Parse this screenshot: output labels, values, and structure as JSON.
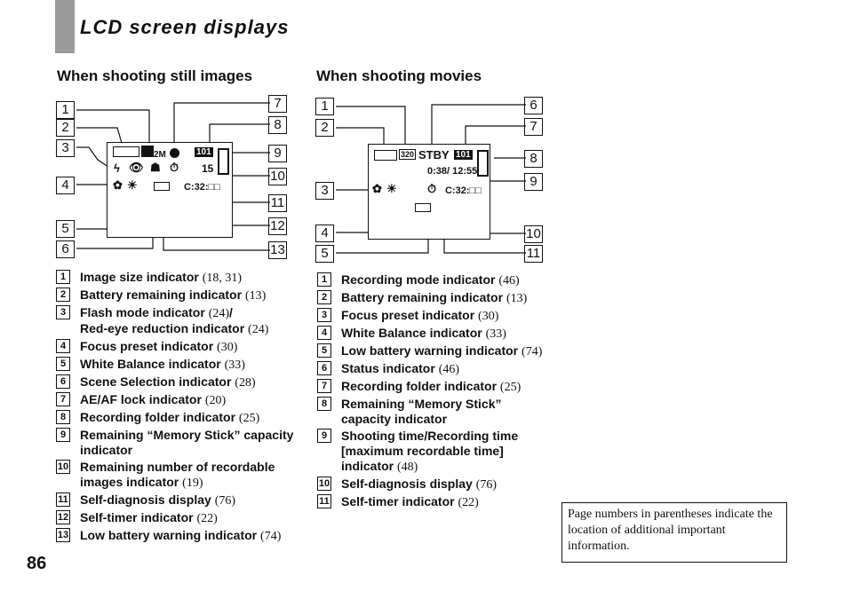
{
  "page": {
    "title": "LCD screen displays",
    "page_number": "86",
    "note": "Page numbers in parentheses indicate the location of additional important information."
  },
  "still": {
    "heading": "When shooting still images",
    "lcd": {
      "size": "2M",
      "folder": "101",
      "remaining": "15",
      "selfdiag": "C:32:□□"
    },
    "numbers": [
      "1",
      "2",
      "3",
      "4",
      "5",
      "6",
      "7",
      "8",
      "9",
      "10",
      "11",
      "12",
      "13"
    ],
    "items": [
      {
        "num": "1",
        "label": "Image size indicator",
        "page": "(18, 31)"
      },
      {
        "num": "2",
        "label": "Battery remaining indicator",
        "page": "(13)"
      },
      {
        "num": "3",
        "label": "Flash mode indicator",
        "page": "(24)",
        "suffix": "/",
        "label2": "Red-eye reduction indicator",
        "page2": "(24)"
      },
      {
        "num": "4",
        "label": "Focus preset indicator",
        "page": "(30)"
      },
      {
        "num": "5",
        "label": "White Balance indicator",
        "page": "(33)"
      },
      {
        "num": "6",
        "label": "Scene Selection indicator",
        "page": "(28)"
      },
      {
        "num": "7",
        "label": "AE/AF lock indicator",
        "page": "(20)"
      },
      {
        "num": "8",
        "label": "Recording folder indicator",
        "page": "(25)"
      },
      {
        "num": "9",
        "label": "Remaining “Memory Stick” capacity indicator",
        "page": ""
      },
      {
        "num": "10",
        "label": "Remaining number of recordable images indicator",
        "page": "(19)"
      },
      {
        "num": "11",
        "label": "Self-diagnosis display",
        "page": "(76)"
      },
      {
        "num": "12",
        "label": "Self-timer indicator",
        "page": "(22)"
      },
      {
        "num": "13",
        "label": "Low battery warning indicator",
        "page": "(74)"
      }
    ]
  },
  "movie": {
    "heading": "When shooting movies",
    "lcd": {
      "mode": "320",
      "status": "STBY",
      "folder": "101",
      "time": "0:38/ 12:55",
      "selfdiag": "C:32:□□"
    },
    "numbers": [
      "1",
      "2",
      "3",
      "4",
      "5",
      "6",
      "7",
      "8",
      "9",
      "10",
      "11"
    ],
    "items": [
      {
        "num": "1",
        "label": "Recording mode indicator",
        "page": "(46)"
      },
      {
        "num": "2",
        "label": "Battery remaining indicator",
        "page": "(13)"
      },
      {
        "num": "3",
        "label": "Focus preset indicator",
        "page": "(30)"
      },
      {
        "num": "4",
        "label": "White Balance indicator",
        "page": "(33)"
      },
      {
        "num": "5",
        "label": "Low battery warning indicator",
        "page": "(74)"
      },
      {
        "num": "6",
        "label": "Status indicator",
        "page": "(46)"
      },
      {
        "num": "7",
        "label": "Recording folder indicator",
        "page": "(25)"
      },
      {
        "num": "8",
        "label": "Remaining “Memory Stick” capacity indicator",
        "page": ""
      },
      {
        "num": "9",
        "label": "Shooting time/Recording time [maximum recordable time] indicator",
        "page": "(48)"
      },
      {
        "num": "10",
        "label": "Self-diagnosis display",
        "page": "(76)"
      },
      {
        "num": "11",
        "label": "Self-timer indicator",
        "page": "(22)"
      }
    ]
  }
}
